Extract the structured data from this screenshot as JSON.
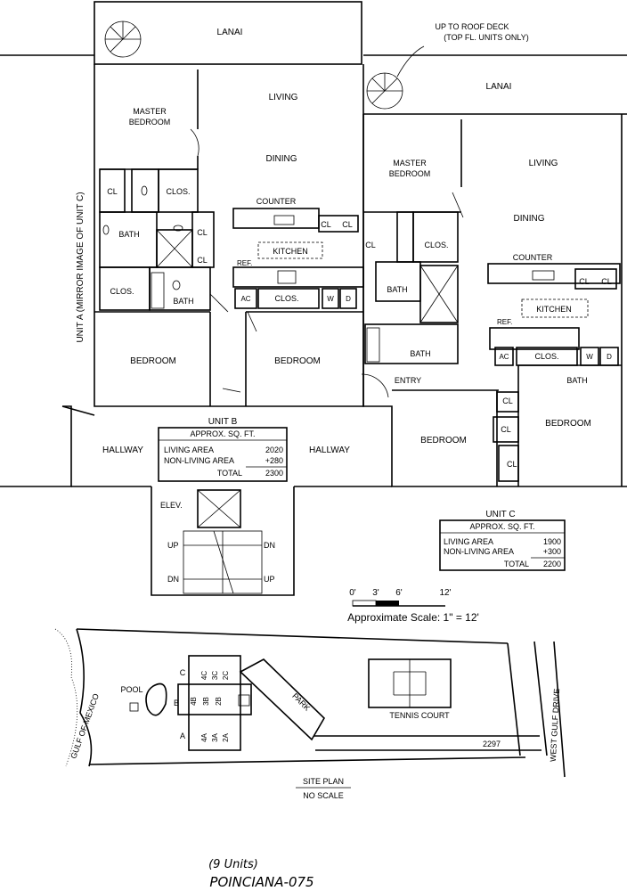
{
  "unit_b": {
    "lanai": "LANAI",
    "master_bedroom": [
      "MASTER",
      "BEDROOM"
    ],
    "living": "LIVING",
    "dining": "DINING",
    "cl": "CL",
    "clos": "CLOS.",
    "counter": "COUNTER",
    "bath": "BATH",
    "kitchen": "KITCHEN",
    "ref": "REF.",
    "ac": "AC",
    "w": "W",
    "d": "D",
    "bedroom": "BEDROOM",
    "title": "UNIT B",
    "table_title": "APPROX. SQ. FT.",
    "rows": [
      {
        "label": "LIVING AREA",
        "value": "2020"
      },
      {
        "label": "NON-LIVING AREA",
        "value": "+280"
      },
      {
        "label": "TOTAL",
        "value": "2300"
      }
    ]
  },
  "unit_c": {
    "note": [
      "UP TO ROOF DECK",
      "(TOP FL. UNITS ONLY)"
    ],
    "lanai": "LANAI",
    "master_bedroom": [
      "MASTER",
      "BEDROOM"
    ],
    "living": "LIVING",
    "dining": "DINING",
    "counter": "COUNTER",
    "kitchen": "KITCHEN",
    "ref": "REF.",
    "clos": "CLOS.",
    "bath": "BATH",
    "entry": "ENTRY",
    "bedroom": "BEDROOM",
    "cl": "CL",
    "cl2": "CL.",
    "ac": "AC",
    "w": "W",
    "d": "D",
    "title": "UNIT C",
    "table_title": "APPROX. SQ. FT.",
    "rows": [
      {
        "label": "LIVING AREA",
        "value": "1900"
      },
      {
        "label": "NON-LIVING AREA",
        "value": "+300"
      },
      {
        "label": "TOTAL",
        "value": "2200"
      }
    ]
  },
  "unit_a_label": "UNIT A (MIRROR IMAGE OF UNIT C)",
  "common": {
    "hallway": "HALLWAY",
    "elev": "ELEV.",
    "up": "UP",
    "dn": "DN"
  },
  "scale": {
    "ticks": [
      "0'",
      "3'",
      "6'",
      "12'"
    ],
    "caption": "Approximate Scale: 1\" = 12'"
  },
  "site_plan": {
    "gulf": "GULF OF MEXICO",
    "pool": "POOL",
    "rows": [
      "C",
      "B",
      "A"
    ],
    "units": [
      [
        "4C",
        "3C",
        "2C"
      ],
      [
        "4B",
        "3B",
        "2B"
      ],
      [
        "4A",
        "3A",
        "2A"
      ]
    ],
    "park": "PARK",
    "tennis": "TENNIS COURT",
    "road_number": "2297",
    "street": "WEST GULF DRIVE",
    "title": "SITE PLAN",
    "subtitle": "NO SCALE"
  },
  "footer": {
    "units": "(9 Units)",
    "name": "POINCIANA-075"
  }
}
